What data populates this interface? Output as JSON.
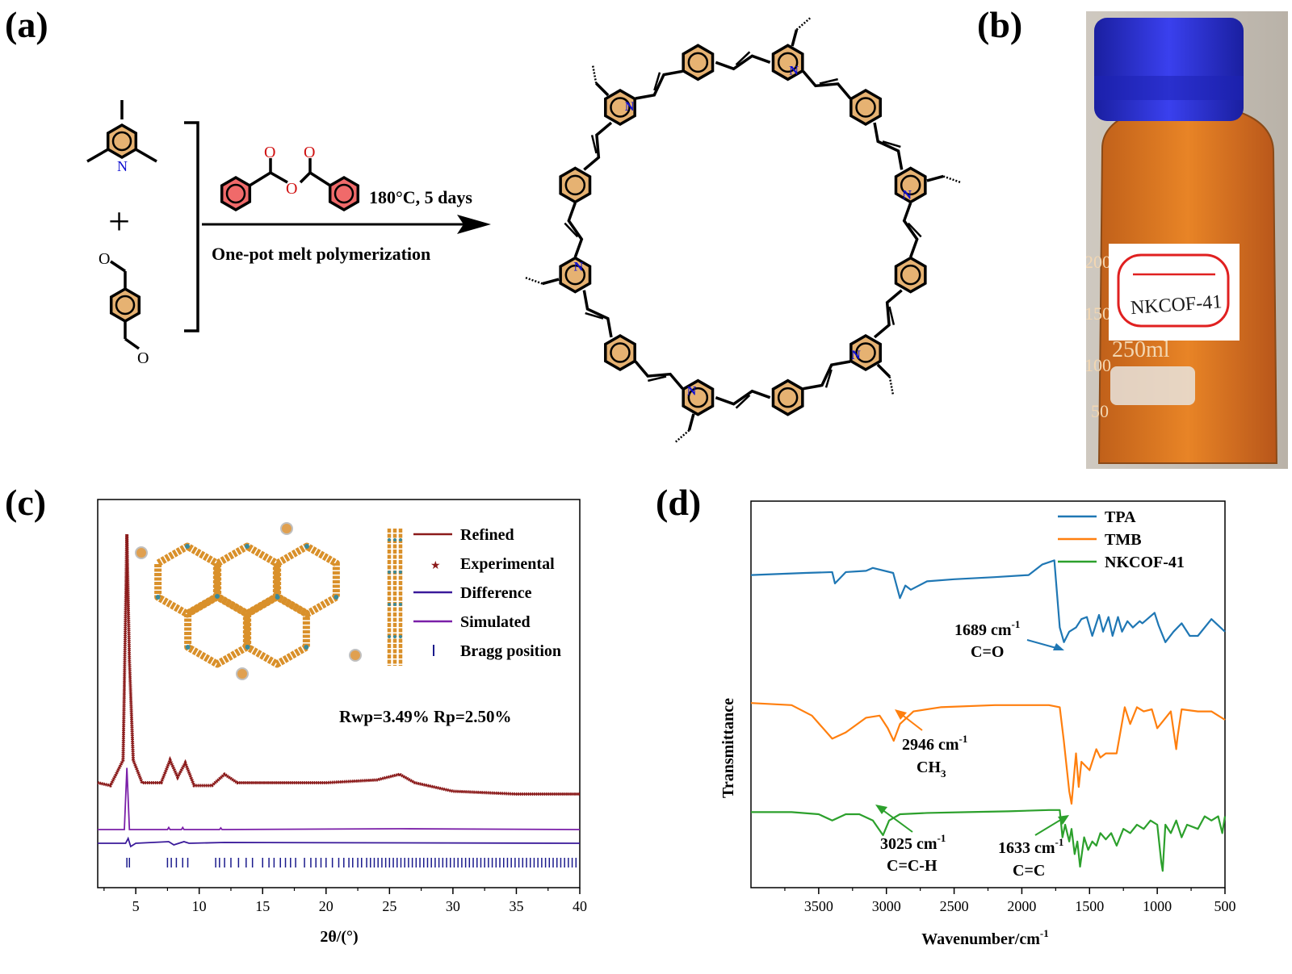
{
  "panels": {
    "a": {
      "label": "(a)",
      "condition": "180°C, 5 days",
      "method": "One-pot melt polymerization",
      "plus": "+",
      "atoms": {
        "N": "N",
        "O": "O"
      }
    },
    "b": {
      "label": "(b)",
      "bottle_marks": [
        "200",
        "150",
        "100",
        "50"
      ],
      "bottle_volume": "250ml",
      "bottle_tag": "NKCOF-41",
      "colors": {
        "cap": "#2b2fd8",
        "powder": "#e0781c",
        "label": "#ffffff"
      }
    },
    "c": {
      "label": "(c)",
      "annotation": "Rwp=3.49% Rp=2.50%",
      "legend": [
        {
          "name": "Refined",
          "mark": "line",
          "color": "#8b1a1a"
        },
        {
          "name": "Experimental",
          "mark": "star",
          "color": "#8b1a1a"
        },
        {
          "name": "Difference",
          "mark": "line",
          "color": "#3a1a9a"
        },
        {
          "name": "Simulated",
          "mark": "line",
          "color": "#7a1fa8"
        },
        {
          "name": "Bragg position",
          "mark": "tick",
          "color": "#1a1a8c"
        }
      ]
    },
    "d": {
      "label": "(d)",
      "legend": [
        {
          "name": "TPA",
          "color": "#1f77b4"
        },
        {
          "name": "TMB",
          "color": "#ff7f0e"
        },
        {
          "name": "NKCOF-41",
          "color": "#2ca02c"
        }
      ],
      "annotations": [
        {
          "value": "1689 cm",
          "sup": "-1",
          "group": "C=O"
        },
        {
          "value": "2946 cm",
          "sup": "-1",
          "group": "CH",
          "sub": "3"
        },
        {
          "value": "3025 cm",
          "sup": "-1",
          "group": "C=C-H"
        },
        {
          "value": "1633 cm",
          "sup": "-1",
          "group": "C=C"
        }
      ]
    }
  },
  "chart_data": [
    {
      "type": "line",
      "panel": "c",
      "xlabel": "2θ/(°)",
      "ylabel": "",
      "xlim": [
        2,
        40
      ],
      "x_ticks": [
        5,
        10,
        15,
        20,
        25,
        30,
        35,
        40
      ],
      "series": [
        {
          "name": "Refined",
          "x": [
            2,
            3,
            4,
            4.3,
            4.5,
            4.8,
            5.5,
            7,
            7.7,
            8.3,
            8.9,
            9.6,
            11,
            12,
            13,
            15,
            20,
            24,
            25.8,
            27,
            30,
            35,
            40
          ],
          "y": [
            12,
            11,
            20,
            100,
            55,
            20,
            12,
            12,
            20,
            14,
            19,
            11,
            11,
            15,
            12,
            12,
            12,
            13,
            15,
            12,
            9,
            8,
            8
          ]
        },
        {
          "name": "Experimental",
          "x": [
            2,
            3,
            4,
            4.3,
            4.5,
            4.8,
            5.5,
            7,
            7.7,
            8.3,
            8.9,
            9.6,
            11,
            12,
            13,
            15,
            20,
            24,
            25.8,
            27,
            30,
            35,
            40
          ],
          "y": [
            12,
            11,
            20,
            100,
            55,
            20,
            12,
            12,
            20,
            14,
            19,
            11,
            11,
            15,
            12,
            12,
            12,
            13,
            15,
            12,
            9,
            8,
            8
          ]
        },
        {
          "name": "Simulated",
          "x": [
            2,
            4.1,
            4.3,
            4.5,
            7.5,
            7.6,
            7.7,
            8.6,
            8.7,
            8.8,
            11.6,
            11.7,
            11.8,
            25.8,
            40
          ],
          "y": [
            0,
            0,
            45,
            0,
            0,
            1.5,
            0,
            0,
            1.5,
            0,
            0,
            1.2,
            0,
            0.6,
            0
          ]
        },
        {
          "name": "Difference",
          "x": [
            2,
            4.2,
            4.4,
            4.6,
            5,
            7.6,
            8,
            8.8,
            9.2,
            12,
            40
          ],
          "y": [
            0,
            0,
            3,
            -2,
            0,
            1,
            -1,
            1,
            0,
            0.5,
            0
          ]
        }
      ],
      "bragg_positions": [
        4.3,
        4.5,
        7.5,
        7.8,
        8.2,
        8.7,
        9.1,
        11.3,
        11.6,
        12.0,
        12.5,
        13.1,
        13.7,
        14.2,
        15.0,
        15.5,
        15.9,
        16.4,
        16.8,
        17.2,
        17.6,
        18.3,
        18.8,
        19.2,
        19.6,
        20.0,
        20.5,
        21.0,
        21.4,
        21.8,
        22.1,
        22.5,
        22.8,
        23.2,
        23.5,
        23.8,
        24.1,
        24.4,
        24.7,
        25.0,
        25.3,
        25.6,
        25.9,
        26.2,
        26.5,
        26.8,
        27.1,
        27.4,
        27.7,
        28.0,
        28.3,
        28.6,
        28.9,
        29.2,
        29.5,
        29.8,
        30.1,
        30.4,
        30.7,
        31.0,
        31.3,
        31.6,
        31.9,
        32.2,
        32.5,
        32.8,
        33.1,
        33.4,
        33.7,
        34.0,
        34.3,
        34.6,
        34.9,
        35.2,
        35.5,
        35.8,
        36.1,
        36.4,
        36.7,
        37.0,
        37.3,
        37.6,
        37.9,
        38.2,
        38.5,
        38.8,
        39.1,
        39.4,
        39.7
      ]
    },
    {
      "type": "line",
      "panel": "d",
      "xlabel": "Wavenumber/cm",
      "xlabel_sup": "-1",
      "ylabel": "Transmittance",
      "xlim": [
        4000,
        500
      ],
      "x_reversed": true,
      "x_ticks": [
        3500,
        3000,
        2500,
        2000,
        1500,
        1000,
        500
      ],
      "series": [
        {
          "name": "TPA",
          "x": [
            4000,
            3600,
            3400,
            3380,
            3300,
            3150,
            3100,
            2950,
            2900,
            2860,
            2820,
            2700,
            2500,
            2200,
            1950,
            1850,
            1760,
            1720,
            1689,
            1650,
            1600,
            1560,
            1520,
            1480,
            1430,
            1400,
            1360,
            1330,
            1290,
            1260,
            1220,
            1180,
            1130,
            1110,
            1020,
            990,
            940,
            880,
            820,
            760,
            700,
            600,
            500
          ],
          "y": [
            7.45,
            7.5,
            7.52,
            7.25,
            7.52,
            7.55,
            7.62,
            7.5,
            6.9,
            7.2,
            7.1,
            7.3,
            7.35,
            7.4,
            7.45,
            7.7,
            7.8,
            6.2,
            5.85,
            6.1,
            6.2,
            6.4,
            6.45,
            6.0,
            6.5,
            6.1,
            6.45,
            6.0,
            6.45,
            6.1,
            6.35,
            6.2,
            6.35,
            6.3,
            6.55,
            6.25,
            5.85,
            6.1,
            6.3,
            6.0,
            6.0,
            6.4,
            6.1
          ]
        },
        {
          "name": "TMB",
          "x": [
            4000,
            3700,
            3550,
            3400,
            3300,
            3150,
            3050,
            2990,
            2946,
            2900,
            2800,
            2600,
            2200,
            1800,
            1720,
            1690,
            1650,
            1633,
            1600,
            1580,
            1560,
            1500,
            1450,
            1420,
            1380,
            1300,
            1240,
            1200,
            1150,
            1100,
            1040,
            1000,
            900,
            860,
            850,
            820,
            700,
            600,
            500
          ],
          "y": [
            4.4,
            4.35,
            4.1,
            3.55,
            3.7,
            4.05,
            4.1,
            3.8,
            3.5,
            3.9,
            4.2,
            4.3,
            4.35,
            4.35,
            4.3,
            3.5,
            2.3,
            2.0,
            3.2,
            2.4,
            3.0,
            2.8,
            3.3,
            3.1,
            3.2,
            3.2,
            4.3,
            3.9,
            4.3,
            4.2,
            4.25,
            3.8,
            4.2,
            3.3,
            3.6,
            4.25,
            4.2,
            4.2,
            4.0
          ]
        },
        {
          "name": "NKCOF-41",
          "x": [
            4000,
            3700,
            3500,
            3400,
            3300,
            3200,
            3100,
            3025,
            2980,
            2900,
            2700,
            2400,
            2100,
            1800,
            1720,
            1700,
            1680,
            1650,
            1633,
            1610,
            1590,
            1570,
            1540,
            1510,
            1480,
            1450,
            1420,
            1380,
            1340,
            1300,
            1250,
            1200,
            1150,
            1100,
            1050,
            1000,
            970,
            960,
            940,
            900,
            860,
            820,
            780,
            700,
            650,
            600,
            550,
            520,
            500
          ],
          "y": [
            1.8,
            1.8,
            1.75,
            1.6,
            1.75,
            1.75,
            1.6,
            1.25,
            1.6,
            1.75,
            1.78,
            1.8,
            1.82,
            1.85,
            1.85,
            1.2,
            1.5,
            1.1,
            1.4,
            0.8,
            1.1,
            0.5,
            1.2,
            0.9,
            1.1,
            1.0,
            1.3,
            1.15,
            1.3,
            1.0,
            1.4,
            1.3,
            1.5,
            1.4,
            1.6,
            1.5,
            0.6,
            0.4,
            1.5,
            1.3,
            1.6,
            1.2,
            1.5,
            1.4,
            1.7,
            1.6,
            1.7,
            1.3,
            1.7
          ]
        }
      ]
    }
  ]
}
